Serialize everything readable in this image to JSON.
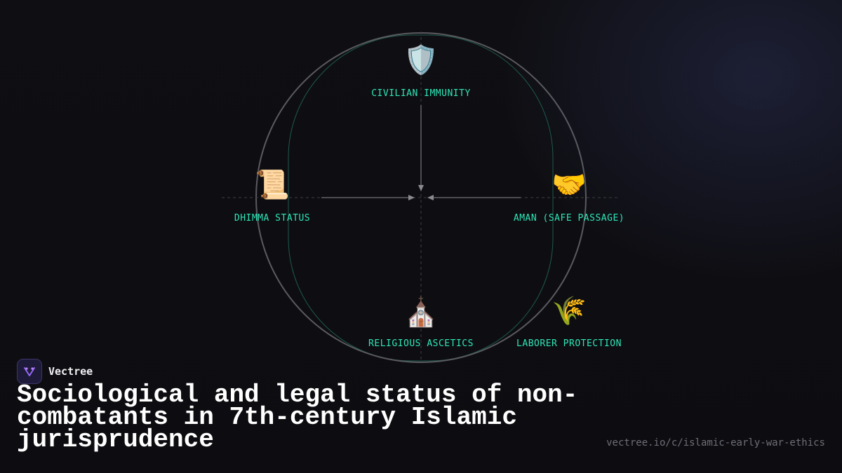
{
  "diagram": {
    "nodes": [
      {
        "id": "top",
        "icon": "shield-icon",
        "glyph": "🛡️",
        "label": "CIVILIAN IMMUNITY"
      },
      {
        "id": "left",
        "icon": "scroll-icon",
        "glyph": "📜",
        "label": "DHIMMA STATUS"
      },
      {
        "id": "right",
        "icon": "handshake-icon",
        "glyph": "🤝",
        "label": "AMAN (SAFE PASSAGE)"
      },
      {
        "id": "bottom",
        "icon": "church-icon",
        "glyph": "⛪",
        "label": "RELIGIOUS ASCETICS"
      },
      {
        "id": "bottom-right",
        "icon": "wheat-icon",
        "glyph": "🌾",
        "label": "LABORER PROTECTION"
      }
    ],
    "colors": {
      "accent": "#2ee6b8",
      "circle": "#5a5a60",
      "arrows": "#8a8a90"
    }
  },
  "brand": {
    "name": "Vectree"
  },
  "title": "Sociological and legal status of non-combatants in 7th-century Islamic jurisprudence",
  "url": "vectree.io/c/islamic-early-war-ethics"
}
